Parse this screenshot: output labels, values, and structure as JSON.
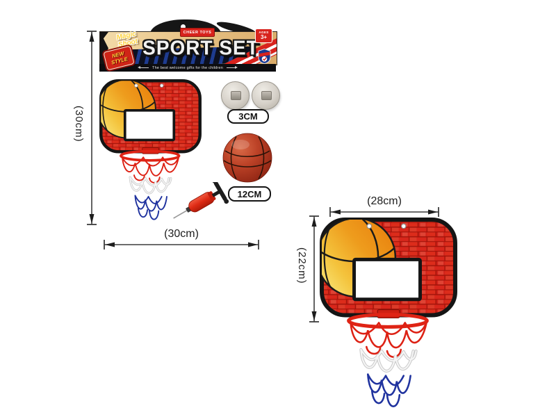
{
  "package": {
    "hang_tag": {
      "brand_banner": "CHEER TOYS",
      "title": "SPORT SET",
      "corner_tag": {
        "line1": "Magic",
        "line2": "Shoot"
      },
      "style_badge": {
        "line1": "NEW",
        "line2": "STYLE"
      },
      "age_badge": {
        "line1": "AGES",
        "line2": "3+"
      },
      "tagline": "The best welcome gifts for the children"
    }
  },
  "accessories": {
    "suction_cups": {
      "size_label": "3CM"
    },
    "mini_basketball": {
      "size_label": "12CM"
    }
  },
  "dimensions": {
    "small_board": {
      "height": "(30cm)",
      "width": "(30cm)"
    },
    "large_board": {
      "width": "(28cm)",
      "height": "(22cm)"
    }
  },
  "icons": {
    "shield_logo": "federation-shield-icon",
    "hang_hole": "hang-hole-icon"
  },
  "colors": {
    "accent_red": "#d8231d",
    "brick_red": "#d7261b",
    "mortar_red": "#a3150b",
    "board_border": "#151515",
    "net_red": "#dd2114",
    "net_blue": "#20339f",
    "backboard_ball_orange": "#ee9c1d",
    "rubber_ball_red": "#b03a22",
    "pump_red": "#d8271a",
    "badge_yellow": "#ffd23a"
  }
}
